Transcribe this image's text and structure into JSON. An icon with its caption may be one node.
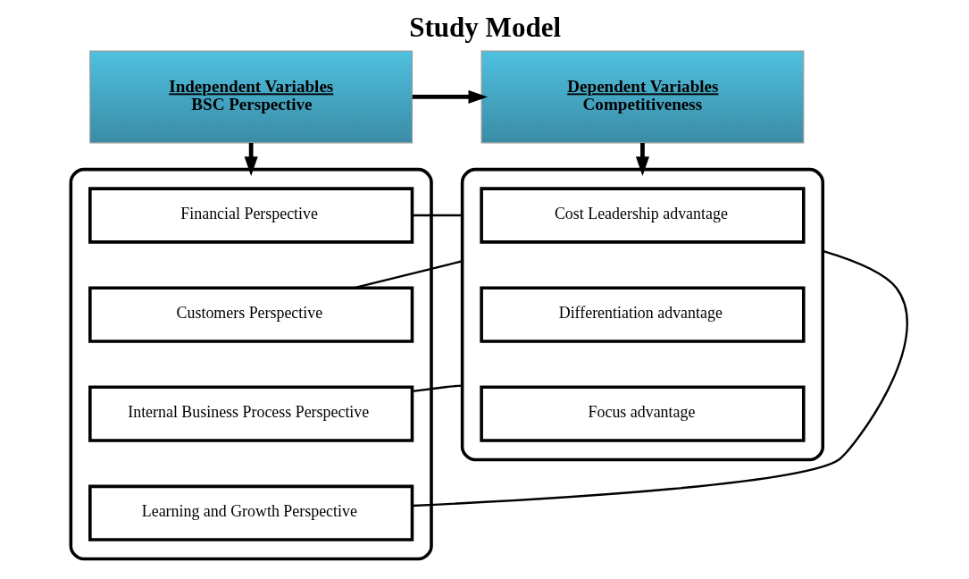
{
  "diagram": {
    "title": "Study Model",
    "nodes": [
      {
        "text": [
          "Independent Variables",
          "BSC Perspective"
        ]
      },
      {
        "text": [
          "Dependent Variables",
          "Competitiveness"
        ]
      },
      {
        "text": [],
        "shape": "box"
      },
      {
        "text": [
          "Financial Perspective"
        ],
        "in": 2
      },
      {
        "text": [
          "Customers Perspective"
        ],
        "in": 2
      },
      {
        "text": [
          "Internal Business Process Perspective"
        ],
        "in": 2
      },
      {
        "text": [
          "Learning and Growth Perspective"
        ],
        "in": 2
      },
      {
        "text": [],
        "shape": "box"
      },
      {
        "text": [
          "Cost Leadership advantage"
        ],
        "in": 7
      },
      {
        "text": [
          "Differentiation advantage"
        ],
        "in": 7
      },
      {
        "text": [
          "Focus advantage"
        ],
        "in": 7
      }
    ],
    "edges": [
      {
        "from": 0,
        "to": 1,
        "arrow": "to",
        "style": "thick"
      },
      {
        "from": 0,
        "to": 2,
        "arrow": "to",
        "style": "thick"
      },
      {
        "from": 1,
        "to": 7,
        "arrow": "to",
        "style": "thick"
      },
      {
        "from": 3,
        "to": 7,
        "arrow": "none"
      },
      {
        "from": 4,
        "to": 7,
        "arrow": "none"
      },
      {
        "from": 5,
        "to": 7,
        "arrow": "none"
      },
      {
        "from": 6,
        "to": 7,
        "arrow": "none"
      }
    ]
  }
}
